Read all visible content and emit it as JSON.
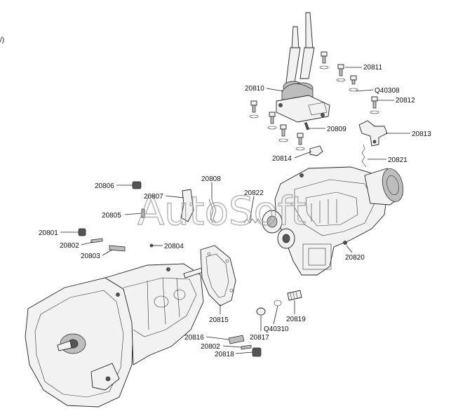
{
  "diagram": {
    "corner_mark": "/)",
    "watermark": "AutoSoft",
    "callouts": {
      "c20811": "20811",
      "c20810": "20810",
      "cQ40308": "Q40308",
      "c20812": "20812",
      "c20809": "20809",
      "c20813": "20813",
      "c20814": "20814",
      "c20821": "20821",
      "c20806": "20806",
      "c20808": "20808",
      "c20822": "20822",
      "c20807": "20807",
      "c20805": "20805",
      "c20801": "20801",
      "c20802a": "20802",
      "c20804": "20804",
      "c20803": "20803",
      "c20820": "20820",
      "c20815": "20815",
      "c20819": "20819",
      "cQ40310": "Q40310",
      "c20816": "20816",
      "c20817": "20817",
      "c20802b": "20802",
      "c20818": "20818"
    }
  }
}
